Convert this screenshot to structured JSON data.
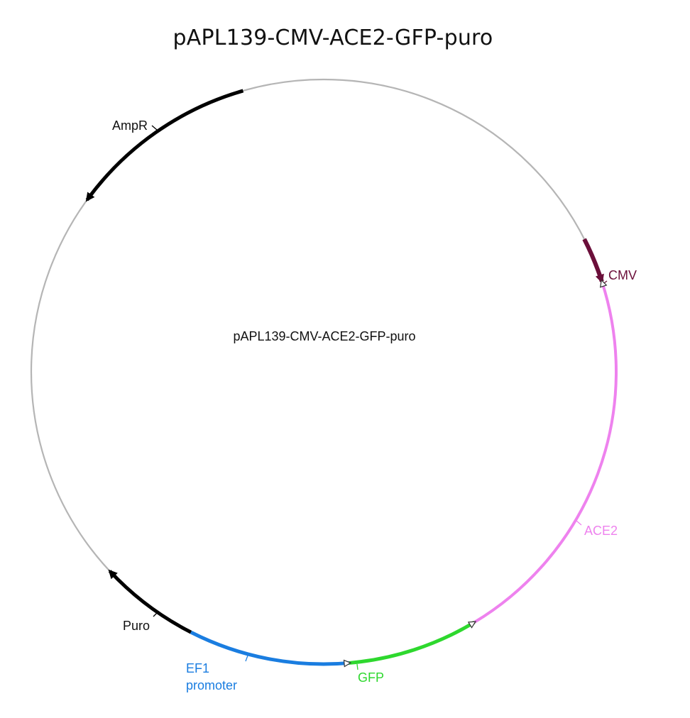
{
  "title": "pAPL139-CMV-ACE2-GFP-puro",
  "map": {
    "center_label": "pAPL139-CMV-ACE2-GFP-puro",
    "features": [
      {
        "id": "cmv",
        "label": "CMV",
        "color": "#6b0f3a",
        "start_deg": 63,
        "end_deg": 72,
        "direction": "cw",
        "arrow": "solid"
      },
      {
        "id": "ace2",
        "label": "ACE2",
        "color": "#ee82ee",
        "start_deg": 72,
        "end_deg": 149,
        "direction": "ccw",
        "arrow": "open"
      },
      {
        "id": "gfp",
        "label": "GFP",
        "color": "#2ed82e",
        "start_deg": 149,
        "end_deg": 175,
        "direction": "ccw",
        "arrow": "open"
      },
      {
        "id": "ef1",
        "label_lines": [
          "EF1",
          "promoter"
        ],
        "color": "#1a7de0",
        "start_deg": 175,
        "end_deg": 207,
        "direction": "ccw",
        "arrow": "open"
      },
      {
        "id": "puro",
        "label": "Puro",
        "color": "#000000",
        "start_deg": 207,
        "end_deg": 227,
        "direction": "cw",
        "arrow": "solid"
      },
      {
        "id": "ampr",
        "label": "AmpR",
        "color": "#000000",
        "start_deg": 306,
        "end_deg": 344,
        "direction": "ccw",
        "arrow": "solid"
      }
    ]
  }
}
